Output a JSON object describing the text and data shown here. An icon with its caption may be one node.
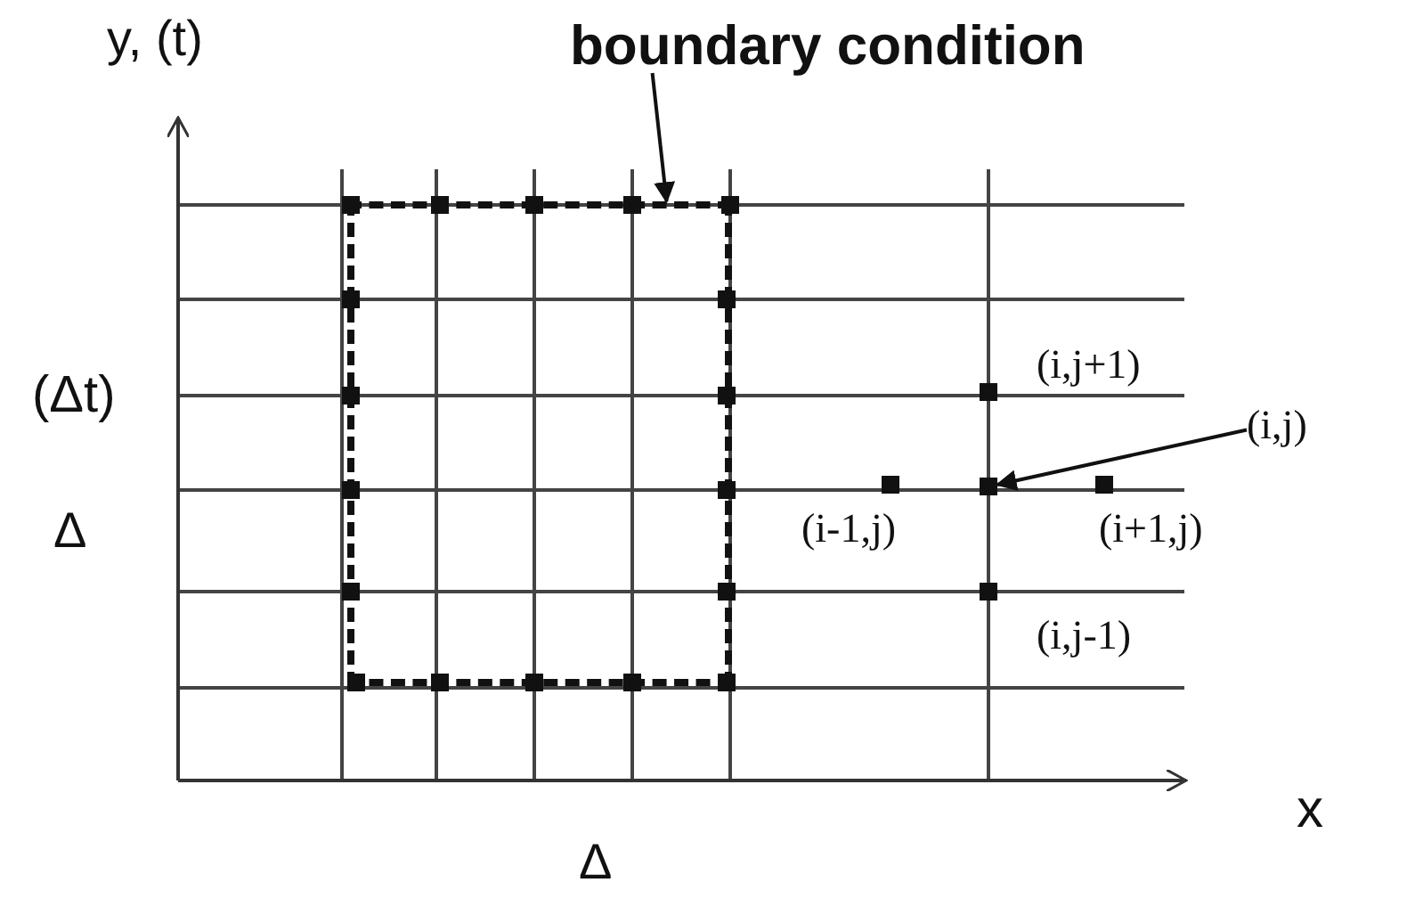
{
  "diagram": {
    "nodes": [
      {
        "text": [
          "boundary condition"
        ]
      },
      {
        "text": [],
        "shape": "box"
      },
      {
        "text": [
          "(i,j)"
        ]
      },
      {
        "text": [],
        "shape": "box"
      }
    ],
    "edges": [
      {
        "from": 0,
        "to": 1,
        "arrow": "to"
      },
      {
        "from": 2,
        "to": 3,
        "arrow": "to"
      }
    ],
    "labels": [
      "y, (t)",
      "(Δt)",
      "(i,j+1)",
      "Δ",
      "(i-1,j)",
      "(i+1,j)",
      "(i,j-1)",
      "x",
      "Δ"
    ]
  }
}
